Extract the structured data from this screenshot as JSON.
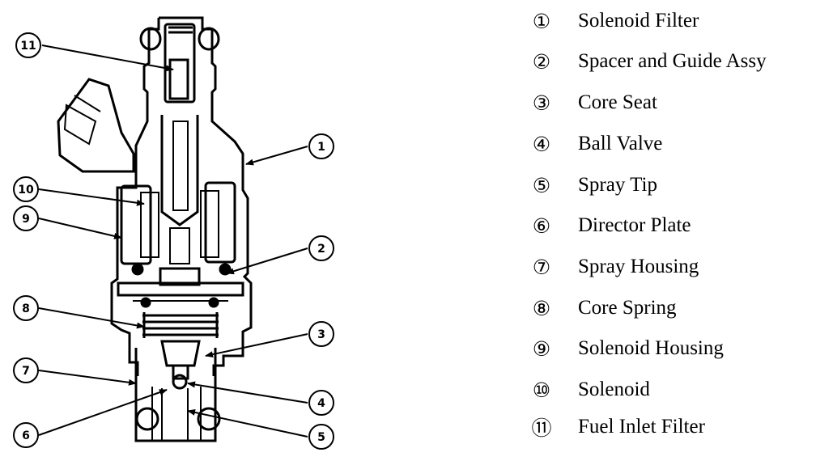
{
  "callouts": [
    {
      "num": "11"
    },
    {
      "num": "1"
    },
    {
      "num": "10"
    },
    {
      "num": "9"
    },
    {
      "num": "2"
    },
    {
      "num": "8"
    },
    {
      "num": "3"
    },
    {
      "num": "7"
    },
    {
      "num": "4"
    },
    {
      "num": "6"
    },
    {
      "num": "5"
    }
  ],
  "legend": [
    {
      "num": "①",
      "label": "Solenoid Filter"
    },
    {
      "num": "②",
      "label": "Spacer and Guide Assy"
    },
    {
      "num": "③",
      "label": "Core Seat"
    },
    {
      "num": "④",
      "label": "Ball Valve"
    },
    {
      "num": "⑤",
      "label": "Spray Tip"
    },
    {
      "num": "⑥",
      "label": "Director Plate"
    },
    {
      "num": "⑦",
      "label": "Spray Housing"
    },
    {
      "num": "⑧",
      "label": "Core Spring"
    },
    {
      "num": "⑨",
      "label": "Solenoid Housing"
    },
    {
      "num": "⑩",
      "label": "Solenoid"
    },
    {
      "num": "⑪",
      "label": "Fuel Inlet Filter"
    }
  ]
}
